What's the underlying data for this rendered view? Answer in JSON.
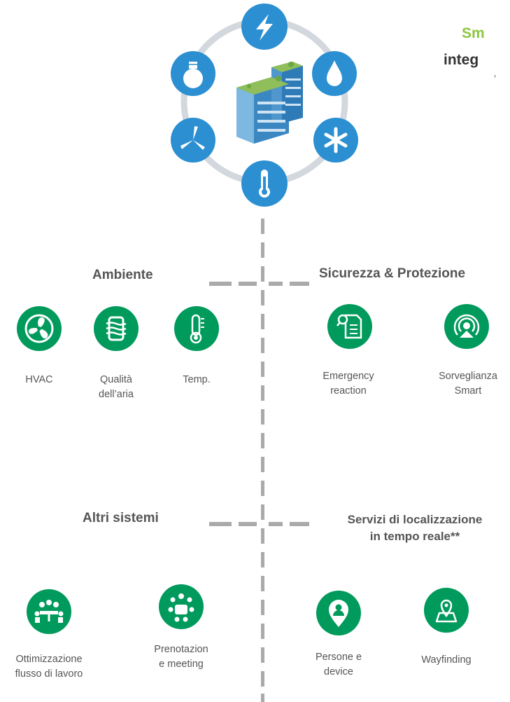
{
  "header": {
    "title_line1": "Sm",
    "title_line2": "integ",
    "title_line3": "’"
  },
  "hub": {
    "center": "building-icon",
    "nodes": [
      "lightning-icon",
      "water-drop-icon",
      "snowflake-icon",
      "thermometer-icon",
      "fan-icon",
      "lightbulb-icon"
    ],
    "node_color": "#2b8fd1",
    "ring_color": "#d2d8dd"
  },
  "sections": {
    "ambiente": {
      "heading": "Ambiente",
      "items": [
        {
          "icon": "fan-icon",
          "label_lines": [
            "HVAC"
          ]
        },
        {
          "icon": "air-quality-icon",
          "label_lines": [
            "Qualità",
            "dell’aria"
          ]
        },
        {
          "icon": "thermometer-icon",
          "label_lines": [
            "Temp."
          ]
        }
      ]
    },
    "sicurezza": {
      "heading": "Sicurezza & Protezione",
      "items": [
        {
          "icon": "emergency-document-icon",
          "label_lines": [
            "Emergency",
            "reaction"
          ]
        },
        {
          "icon": "surveillance-icon",
          "label_lines": [
            "Sorveglianza",
            "Smart"
          ]
        }
      ]
    },
    "altri": {
      "heading": "Altri sistemi",
      "items": [
        {
          "icon": "workflow-people-icon",
          "label_lines": [
            "Ottimizzazione",
            "flusso di lavoro"
          ]
        },
        {
          "icon": "meeting-booking-icon",
          "label_lines": [
            "Prenotazion",
            "e meeting"
          ]
        }
      ]
    },
    "localizzazione": {
      "heading_lines": [
        "Servizi di localizzazione",
        "in tempo reale**"
      ],
      "items": [
        {
          "icon": "location-person-icon",
          "label_lines": [
            "Persone e",
            "device"
          ]
        },
        {
          "icon": "wayfinding-map-icon",
          "label_lines": [
            "Wayfinding"
          ]
        }
      ]
    }
  },
  "colors": {
    "icon_green": "#009a5c",
    "accent_green": "#8cc63f",
    "text_gray": "#555555",
    "connector_gray": "#aaaaaa"
  }
}
